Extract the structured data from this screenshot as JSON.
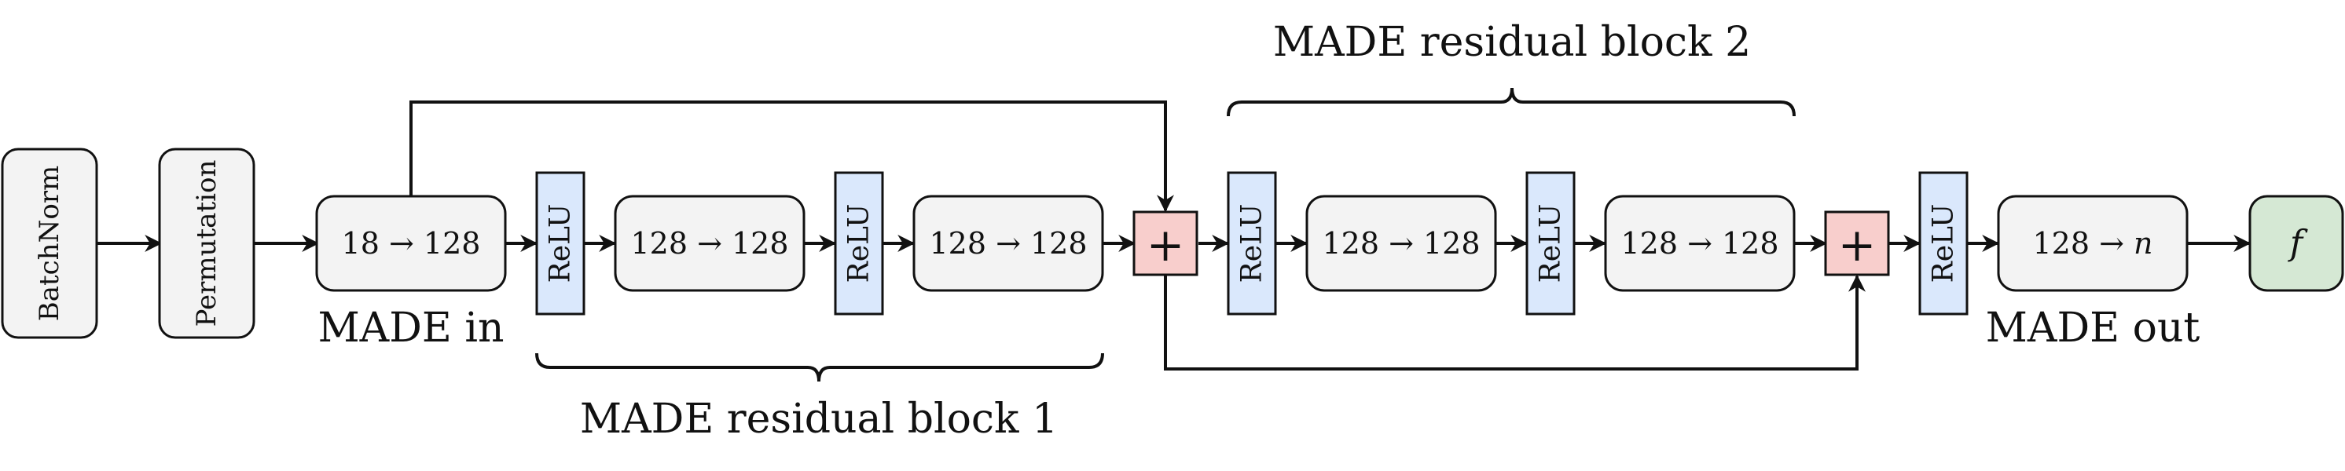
{
  "diagram": {
    "colors": {
      "stroke": "#111111",
      "gray_fill": "#f3f3f3",
      "relu_fill": "#dae8fc",
      "add_fill": "#f8cecc",
      "f_fill": "#d5e8d4"
    },
    "nodes": {
      "batchnorm": "BatchNorm",
      "permutation": "Permutation",
      "lin1": "18 → 128",
      "relu1": "ReLU",
      "lin2": "128 → 128",
      "relu2": "ReLU",
      "lin3": "128 → 128",
      "add1": "+",
      "relu3": "ReLU",
      "lin4": "128 → 128",
      "relu4": "ReLU",
      "lin5": "128 → 128",
      "add2": "+",
      "relu5": "ReLU",
      "lin6_prefix": "128 → ",
      "lin6_var": "n",
      "f": "f"
    },
    "labels": {
      "made_in": "MADE in",
      "made_out": "MADE out",
      "block1": "MADE residual block 1",
      "block2": "MADE residual block 2"
    }
  }
}
